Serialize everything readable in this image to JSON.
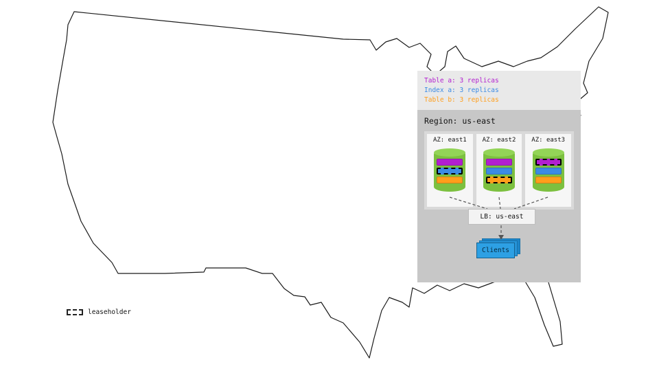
{
  "diagram": {
    "legend": {
      "items": [
        {
          "label": "Table a: 3 replicas",
          "key": "table_a"
        },
        {
          "label": "Index a: 3 replicas",
          "key": "index_a"
        },
        {
          "label": "Table b: 3 replicas",
          "key": "table_b"
        }
      ]
    },
    "region": {
      "title": "Region: us-east",
      "azs": [
        {
          "label": "AZ: east1",
          "leaseholder": "index_a",
          "replicas": [
            "table_a",
            "index_a",
            "table_b"
          ]
        },
        {
          "label": "AZ: east2",
          "leaseholder": "table_b",
          "replicas": [
            "table_a",
            "index_a",
            "table_b"
          ]
        },
        {
          "label": "AZ: east3",
          "leaseholder": "table_a",
          "replicas": [
            "table_a",
            "index_a",
            "table_b"
          ]
        }
      ],
      "lb": {
        "label": "LB: us-east"
      },
      "clients": {
        "label": "Clients"
      }
    },
    "map_legend": {
      "label": "leaseholder"
    }
  },
  "colors": {
    "table_a": "#b21fd0",
    "index_a": "#3c8be4",
    "table_b": "#ff9e1b",
    "cylinder": "#7cc03f",
    "cylinder_top": "#93d457",
    "clients_box": "#2da0e4"
  }
}
